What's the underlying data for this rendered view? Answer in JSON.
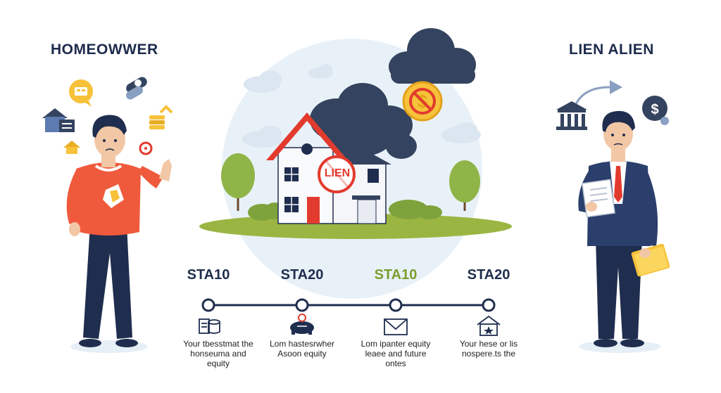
{
  "left_title": "HOMEOWWER",
  "right_title": "LIEN ALIEN",
  "house_badge": "LIEN",
  "timeline": [
    {
      "stage": "STA10",
      "caption": "Your tbesstmat the\nhonseuma and\nequity",
      "icon": "documents-stack-icon",
      "color": "#1f2d4e"
    },
    {
      "stage": "STA20",
      "caption": "Lom hastesrwher\nAsoon equity",
      "icon": "piggy-bank-icon",
      "color": "#1f2d4e"
    },
    {
      "stage": "STA10",
      "caption": "Lom ipanter equity\nleaee and future\nontes",
      "icon": "envelope-icon",
      "color": "#7a9e2e"
    },
    {
      "stage": "STA20",
      "caption": "Your hese or lis\nnospere.ts the",
      "icon": "house-outline-icon",
      "color": "#1f2d4e"
    }
  ],
  "icons": {
    "homeowner_bubbles": [
      "chat-bubble-icon",
      "pills-icon",
      "house-document-icon",
      "coins-stack-icon",
      "small-house-icon",
      "alarm-icon"
    ],
    "right_side": [
      "arrow-right-icon",
      "bank-building-icon",
      "dollar-coin-icon"
    ],
    "scene": [
      "storm-cloud-icon",
      "no-dollar-coin-icon",
      "lien-badge-icon"
    ]
  },
  "colors": {
    "navy": "#1f2d4e",
    "sweater": "#f05a3c",
    "cloud_dark": "#34435f",
    "grass": "#9bb543",
    "accent_green": "#7a9e2e",
    "coin": "#f7c23a",
    "lien_red": "#e23b2e"
  }
}
